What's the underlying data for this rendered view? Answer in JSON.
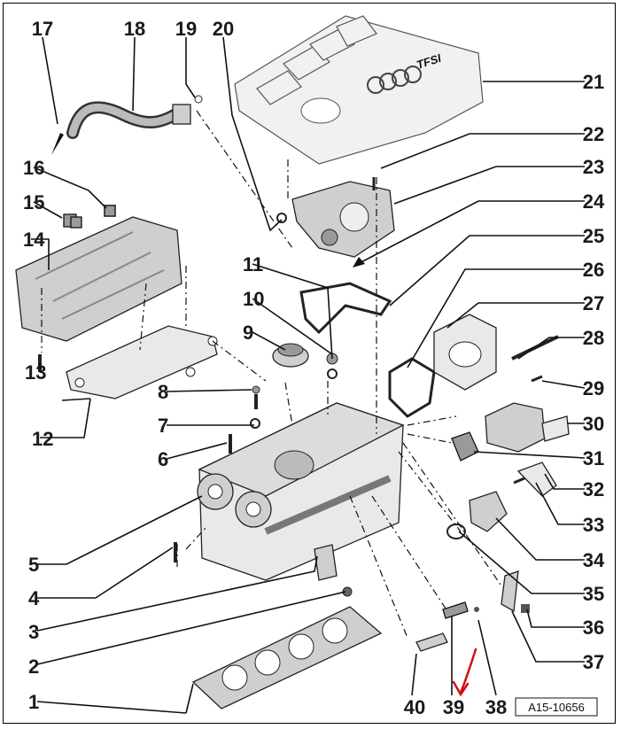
{
  "diagram": {
    "part_numbers": [
      "1",
      "2",
      "3",
      "4",
      "5",
      "6",
      "7",
      "8",
      "9",
      "10",
      "11",
      "12",
      "13",
      "14",
      "15",
      "16",
      "17",
      "18",
      "19",
      "20",
      "21",
      "22",
      "23",
      "24",
      "25",
      "26",
      "27",
      "28",
      "29",
      "30",
      "31",
      "32",
      "33",
      "34",
      "35",
      "36",
      "37",
      "38",
      "39",
      "40"
    ],
    "cover_logo_text": "TFSI",
    "reference_code": "A15-10656",
    "annotation_color": "#d01010"
  }
}
